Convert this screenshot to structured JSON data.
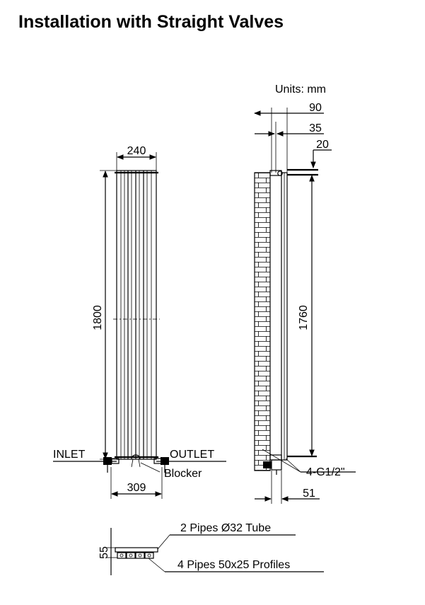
{
  "title": "Installation with Straight Valves",
  "units": "Units: mm",
  "front_view": {
    "width": "240",
    "height": "1800",
    "inlet": "INLET",
    "outlet": "OUTLET",
    "blocker": "Blocker",
    "valve_spacing": "309"
  },
  "side_view": {
    "depth_90": "90",
    "depth_35": "35",
    "offset_20": "20",
    "pipe_centres": "1760",
    "connection": "4-G1/2\"",
    "bottom_51": "51"
  },
  "section_view": {
    "height": "55",
    "tube_label": "2 Pipes Ø32  Tube",
    "profile_label": "4 Pipes 50x25   Profiles"
  }
}
